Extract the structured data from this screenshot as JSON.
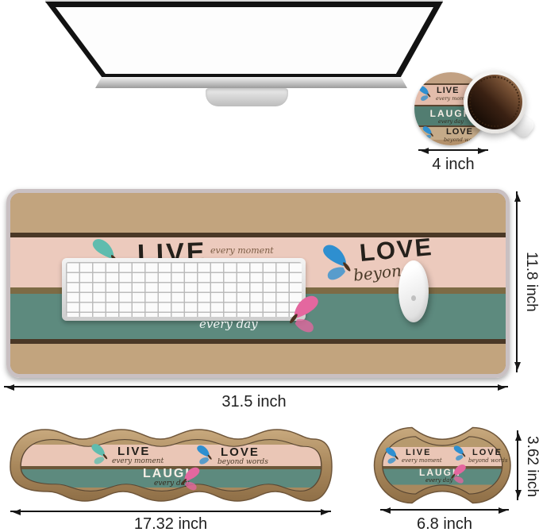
{
  "labels": {
    "coaster_width": "4 inch",
    "pad_width": "31.5 inch",
    "pad_height": "11.8 inch",
    "keyboard_rest_width": "17.32 inch",
    "mouse_rest_width": "6.8 inch",
    "mouse_rest_height": "3.62 inch"
  },
  "design": {
    "word_live": "LIVE",
    "word_live_sub": "every moment",
    "word_laugh": "LAUGH",
    "word_laugh_sub": "every day",
    "word_love": "LOVE",
    "word_love_sub": "beyond words",
    "word_love_sub_partial": "beyond"
  },
  "colors": {
    "wood": "#c2a47e",
    "wood_dark_gap": "#4a3826",
    "pink_plank": "#eccabd",
    "teal_plank": "#5d8a7e",
    "stitch_edge": "#c9c0c2",
    "butterfly_blue": "#2e8fd0",
    "butterfly_teal": "#5fbcae",
    "butterfly_pink": "#e4679f",
    "coffee_dark": "#1c0e06",
    "coffee_light": "#a8876b"
  }
}
